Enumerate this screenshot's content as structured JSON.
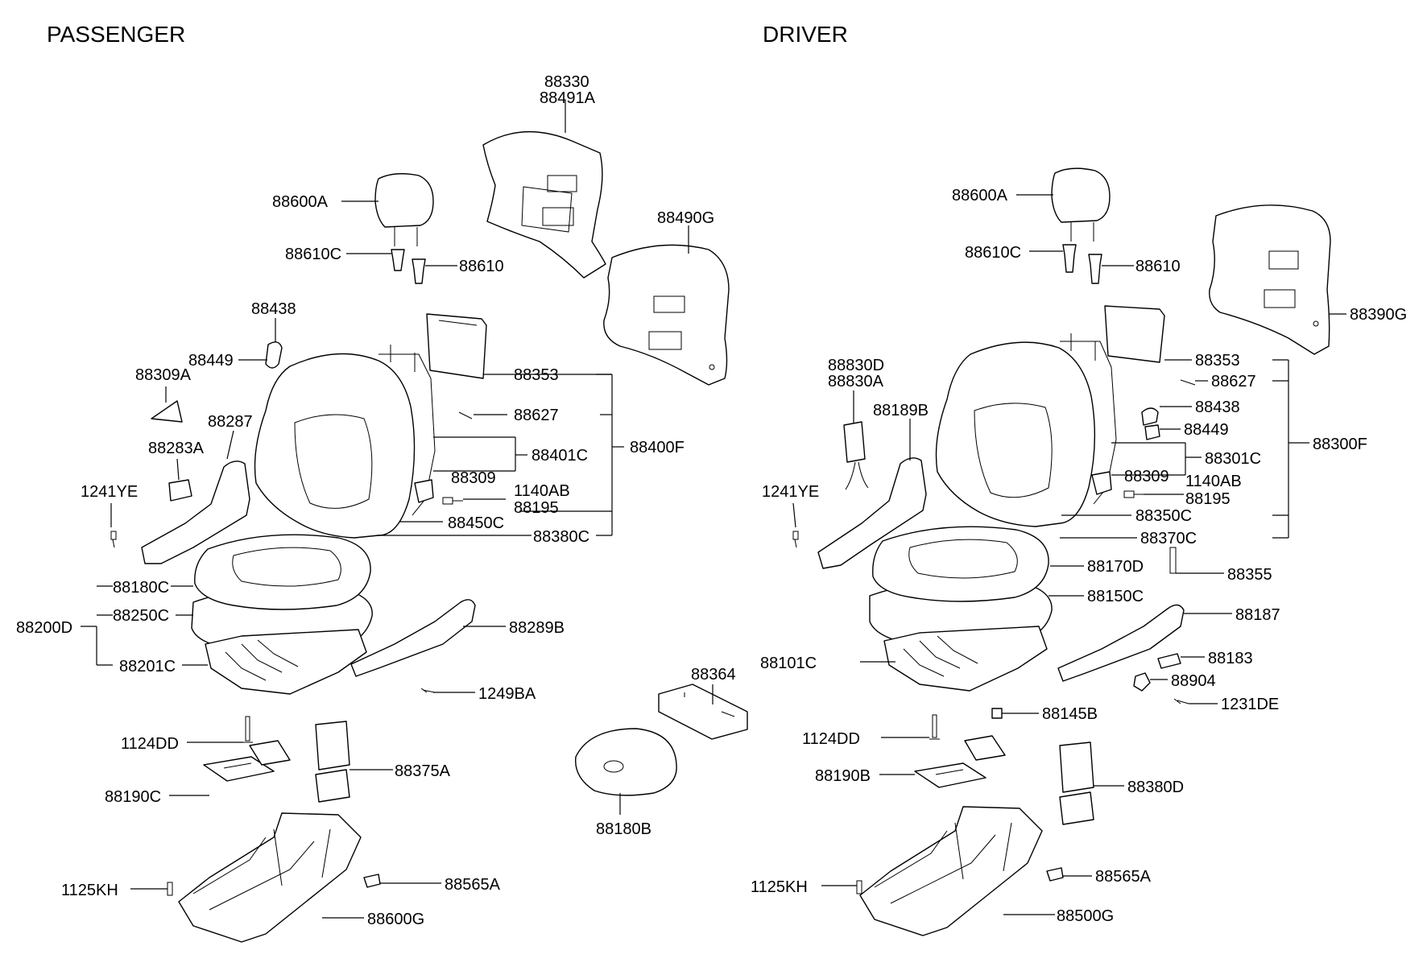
{
  "sections": {
    "passenger": {
      "title": "PASSENGER",
      "labels": {
        "l88330": "88330",
        "l88491A": "88491A",
        "l88600A": "88600A",
        "l88610C": "88610C",
        "l88610": "88610",
        "l88490G": "88490G",
        "l88438": "88438",
        "l88449": "88449",
        "l88309A": "88309A",
        "l88353": "88353",
        "l88627": "88627",
        "l88287": "88287",
        "l88283A": "88283A",
        "l88401C": "88401C",
        "l88400F": "88400F",
        "l88309": "88309",
        "l1140AB": "1140AB",
        "l1241YE": "1241YE",
        "l88195": "88195",
        "l88450C": "88450C",
        "l88380C": "88380C",
        "l88180C": "88180C",
        "l88250C": "88250C",
        "l88200D": "88200D",
        "l88289B": "88289B",
        "l88201C": "88201C",
        "l1249BA": "1249BA",
        "l1124DD": "1124DD",
        "l88375A": "88375A",
        "l88190C": "88190C",
        "l1125KH": "1125KH",
        "l88565A": "88565A",
        "l88600G": "88600G"
      }
    },
    "center": {
      "labels": {
        "l88364": "88364",
        "l88180B": "88180B"
      }
    },
    "driver": {
      "title": "DRIVER",
      "labels": {
        "l88600A": "88600A",
        "l88610C": "88610C",
        "l88610": "88610",
        "l88390G": "88390G",
        "l88353": "88353",
        "l88627": "88627",
        "l88830D": "88830D",
        "l88830A": "88830A",
        "l88438": "88438",
        "l88449": "88449",
        "l88189B": "88189B",
        "l88301C": "88301C",
        "l88300F": "88300F",
        "l88309": "88309",
        "l1140AB": "1140AB",
        "l1241YE": "1241YE",
        "l88195": "88195",
        "l88350C": "88350C",
        "l88370C": "88370C",
        "l88170D": "88170D",
        "l88355": "88355",
        "l88150C": "88150C",
        "l88187": "88187",
        "l88101C": "88101C",
        "l88183": "88183",
        "l88904": "88904",
        "l88145B": "88145B",
        "l1231DE": "1231DE",
        "l1124DD": "1124DD",
        "l88190B": "88190B",
        "l88380D": "88380D",
        "l1125KH": "1125KH",
        "l88565A": "88565A",
        "l88500G": "88500G"
      }
    }
  }
}
